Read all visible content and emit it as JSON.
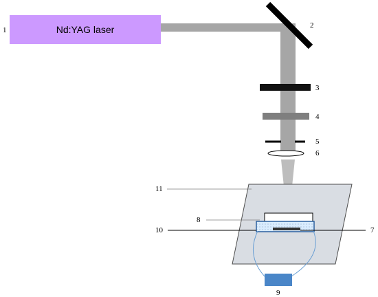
{
  "laser": {
    "label": "Nd:YAG laser",
    "number": "1"
  },
  "callouts": {
    "mirror": "2",
    "component_3": "3",
    "component_4": "4",
    "component_5": "5",
    "lens": "6",
    "component_7": "7",
    "component_8": "8",
    "detector": "9",
    "component_10": "10",
    "stage": "11"
  },
  "colors": {
    "laser_fill": "#cc99ff",
    "beam": "#a6a6a6",
    "mirror": "#000000",
    "filter_dark": "#111111",
    "filter_gray": "#7f7f7f",
    "stage_fill": "#d9dde3",
    "sample_fill": "#d9ecff",
    "detector_fill": "#4a86c8",
    "wire": "#6a9fd4"
  }
}
